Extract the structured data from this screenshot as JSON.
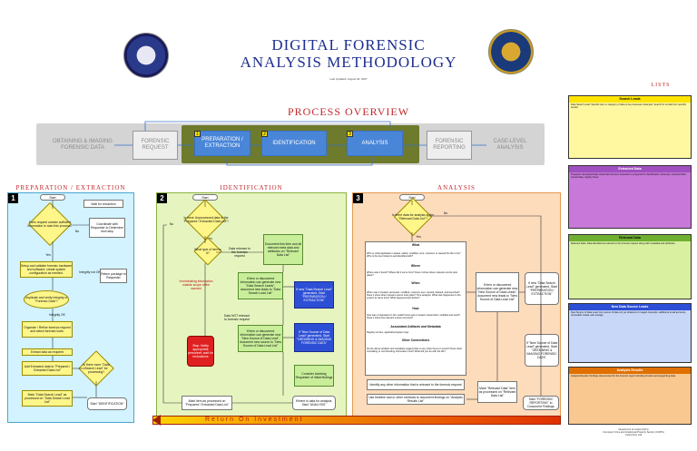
{
  "header": {
    "title_line1": "DIGITAL FORENSIC",
    "title_line2": "ANALYSIS METHODOLOGY",
    "updated": "Last Updated: August 02, 2007"
  },
  "process_overview": {
    "heading": "PROCESS OVERVIEW",
    "obtaining": "OBTAINING & IMAGING FORENSIC DATA",
    "forensic_request": "FORENSIC REQUEST",
    "preparation": "PREPARATION / EXTRACTION",
    "identification": "IDENTIFICATION",
    "analysis": "ANALYSIS",
    "forensic_reporting": "FORENSIC REPORTING",
    "case_level": "CASE-LEVEL ANALYSIS",
    "step1": "1",
    "step2": "2",
    "step3": "3"
  },
  "sections": {
    "prep_head": "PREPARATION / EXTRACTION",
    "ident_head": "IDENTIFICATION",
    "analysis_head": "ANALYSIS"
  },
  "panel1": {
    "num": "1",
    "start": "Start",
    "does_request": "Does request contain sufficient information to start this process?",
    "wait_resolution": "Wait for resolution",
    "coordinate": "Coordinate with Requester to Determine next step",
    "setup": "Setup and validate forensic hardware and software; create system configuration as needed.",
    "integrity_not_ok": "Integrity not OK",
    "return_pkg": "Return package to Requester",
    "duplicate": "Duplicate and verify integrity of \"Forensic Data\"?",
    "integrity_ok": "Integrity OK",
    "organize": "Organize / Refine forensic request and select forensic tools.",
    "extract": "Extract data as required",
    "add_extracted": "Add Extracted data to \"Prepared / Extracted Data List\"",
    "more_search": "Is there more \"Data Search Lead\" for processing?",
    "mark_search": "Mark \"Data Search Lead\" as processed on \"Data Search Lead List\"",
    "start_ident": "Start \"IDENTIFICATION\"",
    "no": "No",
    "yes": "Yes"
  },
  "panel2": {
    "num": "2",
    "start": "Start",
    "is_there": "Is there Unprocessed data in the \"Prepared / Extracted Data List\"?",
    "what_type": "What type of item is it?",
    "data_relevant": "Data relevant to the forensic request",
    "document": "Document this item and all relevant meta data and attributes on \"Relevant Data List\"",
    "incriminating": "Incriminating information outside scope of the warrant",
    "if_item": "If item or discovered information can generate new \"Data Search Leads\", document new leads to \"Data Search Lead List\"",
    "if_new_search": "If new \"Data Search Lead\" generated, Start \"PREPARATION / EXTRACTION\"",
    "stop": "Stop. Notify appropriate personnel; wait for instructions",
    "not_relevant": "Data NOT relevant to forensic request",
    "if_item2": "If item or discovered information can generate new \"New Source of Data Lead\", document new source to \"New Source of Data Lead List\"",
    "if_new_source": "If \"New Source of Data Lead\" generated, Start \"OBTAINING & IMAGING FORENSIC DATA\"",
    "consider": "Consider Advising Requester of initial findings",
    "mark_processed": "Mark item as processed on \"Prepared / Extracted Data List\"",
    "if_data": "If there is data for analysis, Start \"ANALYSIS\"",
    "no": "No",
    "yes": "Yes"
  },
  "panel3": {
    "num": "3",
    "start": "Start",
    "is_there": "Is there data for analysis in the \"Relevant Data List\"?",
    "what": "What",
    "what_body": "Who or what application created, edited, modified, sent, received, or caused the file to be? Who is the item linked to and identified with?",
    "where": "Where",
    "where_body": "Where was it found? Where did it come from? Does it show where relevant events took place?",
    "when": "When",
    "when_body": "When was it created, accessed, modified, received, sent, viewed, deleted, and launched? Does it show when relevant events took place? Time analysis: What else happened on the system at same time? What happened just before?",
    "how": "How",
    "how_body": "How was it originated on the media? How was it created, transmitted, modified and used? Does it show how relevant events occurred?",
    "assoc": "Associated Artifacts and Metadata",
    "assoc_body": "Registry entries, application/system logs",
    "other": "Other Connections",
    "other_body": "Do the above artifacts and metadata suggest links to any other items or events? Does other correlating or corroborating information exist? What did you do with the file?",
    "identify": "Identify any other information that is relevant to the forensic request",
    "use_timeline": "Use timeline and or other methods to document findings on \"Analysis Results List\"",
    "if_gen_source": "If item or discovered information can generate new \"New Source of Data Leads\", document new leads to \"New Source of Data Lead List\"",
    "if_gen_search": "If new \"Data Search Lead\" generated, Start \"PREPARATION / EXTRACTION\"",
    "mark_relevant": "Mark \"Relevant Data\" item as processed on \"Relevant Data List\"",
    "if_new_source": "If \"New Source of Data Lead\" generated, Start \"OBTAINING & IMAGING FORENSIC DATA\"",
    "start_reporting": "Start \"FORENSIC REPORTING\" to Document Findings",
    "no": "No",
    "yes": "Yes"
  },
  "lists": {
    "heading": "LISTS",
    "search_leads": "Search Leads",
    "search_leads_body": "Data Search Lead: Specific item or category of data to be processed. Example: Search for emails from specific sender.",
    "extracted": "Extracted Data",
    "extracted_body": "Prepared / Extracted Data: Data that has been extracted or prepared for identification. Example: extracted files, carved data, registry hives.",
    "relevant": "Relevant Data",
    "relevant_body": "Relevant Data: Data identified as relevant to the forensic request along with metadata and attributes.",
    "new_source": "New Data Source Leads",
    "new_source_body": "New Source of Data Lead: Any source of data not yet obtained or imaged. Example: additional email accounts, removable media, web storage.",
    "results": "Analysis Results",
    "results_body": "Analysis Results: Findings documented for the forensic report including timeline and supporting data."
  },
  "roi": {
    "label": "Return On Investment"
  },
  "footer": {
    "line1": "Department of Justice (DOJ)",
    "line2": "Computer Crime and Intellectual Property Section (CCIPS)",
    "line3": "Cybercrime Lab"
  },
  "colors": {
    "title_blue": "#1e2f8f",
    "section_red": "#c0282c",
    "stage_olive": "#6e7a2c",
    "step_yellow": "#ffe400"
  }
}
